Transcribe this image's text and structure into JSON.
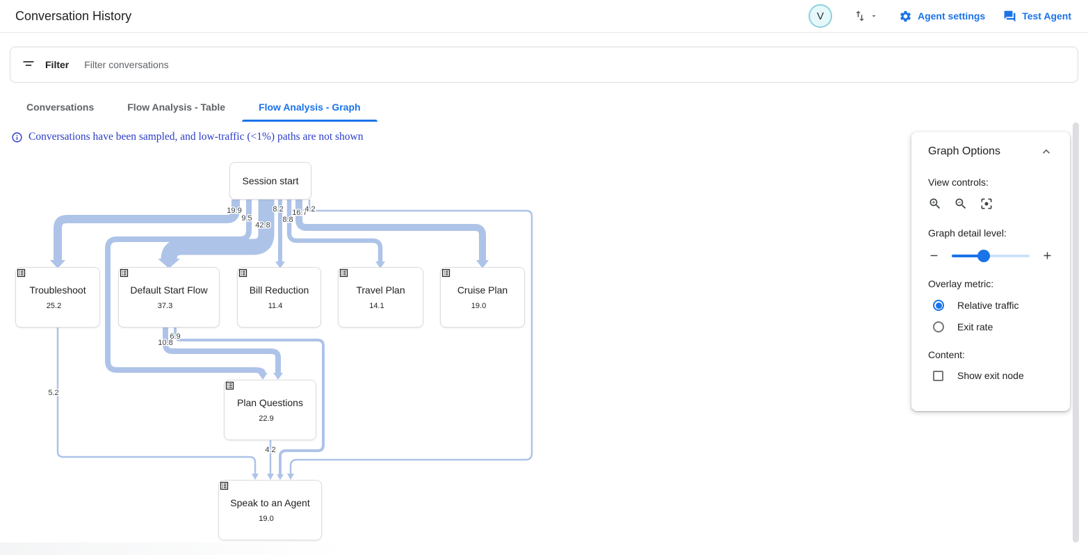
{
  "header": {
    "title": "Conversation History",
    "avatar_initial": "V",
    "agent_settings_label": "Agent settings",
    "test_agent_label": "Test Agent"
  },
  "filter_bar": {
    "label": "Filter",
    "placeholder": "Filter conversations"
  },
  "tabs": [
    {
      "label": "Conversations",
      "active": false
    },
    {
      "label": "Flow Analysis - Table",
      "active": false
    },
    {
      "label": "Flow Analysis - Graph",
      "active": true
    }
  ],
  "notice": "Conversations have been sampled, and low-traffic (<1%) paths are not shown",
  "graph_options": {
    "title": "Graph Options",
    "view_controls_label": "View controls:",
    "detail_level_label": "Graph detail level:",
    "detail_level_pct": 41,
    "overlay_metric_label": "Overlay metric:",
    "overlay_options": [
      {
        "label": "Relative traffic",
        "selected": true
      },
      {
        "label": "Exit rate",
        "selected": false
      }
    ],
    "content_label": "Content:",
    "show_exit_node_label": "Show exit node",
    "show_exit_node_checked": false
  },
  "flow_graph": {
    "nodes": [
      {
        "id": "session_start",
        "label": "Session start",
        "value": ""
      },
      {
        "id": "troubleshoot",
        "label": "Troubleshoot",
        "value": "25.2"
      },
      {
        "id": "default_start_flow",
        "label": "Default Start Flow",
        "value": "37.3"
      },
      {
        "id": "bill_reduction",
        "label": "Bill Reduction",
        "value": "11.4"
      },
      {
        "id": "travel_plan",
        "label": "Travel Plan",
        "value": "14.1"
      },
      {
        "id": "cruise_plan",
        "label": "Cruise Plan",
        "value": "19.0"
      },
      {
        "id": "plan_questions",
        "label": "Plan Questions",
        "value": "22.9"
      },
      {
        "id": "speak_to_an_agent",
        "label": "Speak to an Agent",
        "value": "19.0"
      }
    ],
    "edges": [
      {
        "from": "session_start",
        "to": "troubleshoot",
        "value": "19.9"
      },
      {
        "from": "session_start",
        "to": "plan_questions",
        "value": "9.5"
      },
      {
        "from": "session_start",
        "to": "default_start_flow",
        "value": "42.8"
      },
      {
        "from": "session_start",
        "to": "bill_reduction",
        "value": "8.2"
      },
      {
        "from": "session_start",
        "to": "travel_plan",
        "value": "8.8"
      },
      {
        "from": "session_start",
        "to": "cruise_plan",
        "value": "16.7"
      },
      {
        "from": "session_start",
        "to": "speak_to_an_agent",
        "value": "4.2"
      },
      {
        "from": "default_start_flow",
        "to": "plan_questions",
        "value": "10.8"
      },
      {
        "from": "default_start_flow",
        "to": "speak_to_an_agent",
        "value": "6.9"
      },
      {
        "from": "troubleshoot",
        "to": "speak_to_an_agent",
        "value": "5.2"
      },
      {
        "from": "plan_questions",
        "to": "speak_to_an_agent",
        "value": "4.2"
      }
    ]
  },
  "colors": {
    "accent_blue": "#1a73e8",
    "edge_blue": "#aec3e8",
    "notice_blue": "#2b3cc8"
  }
}
